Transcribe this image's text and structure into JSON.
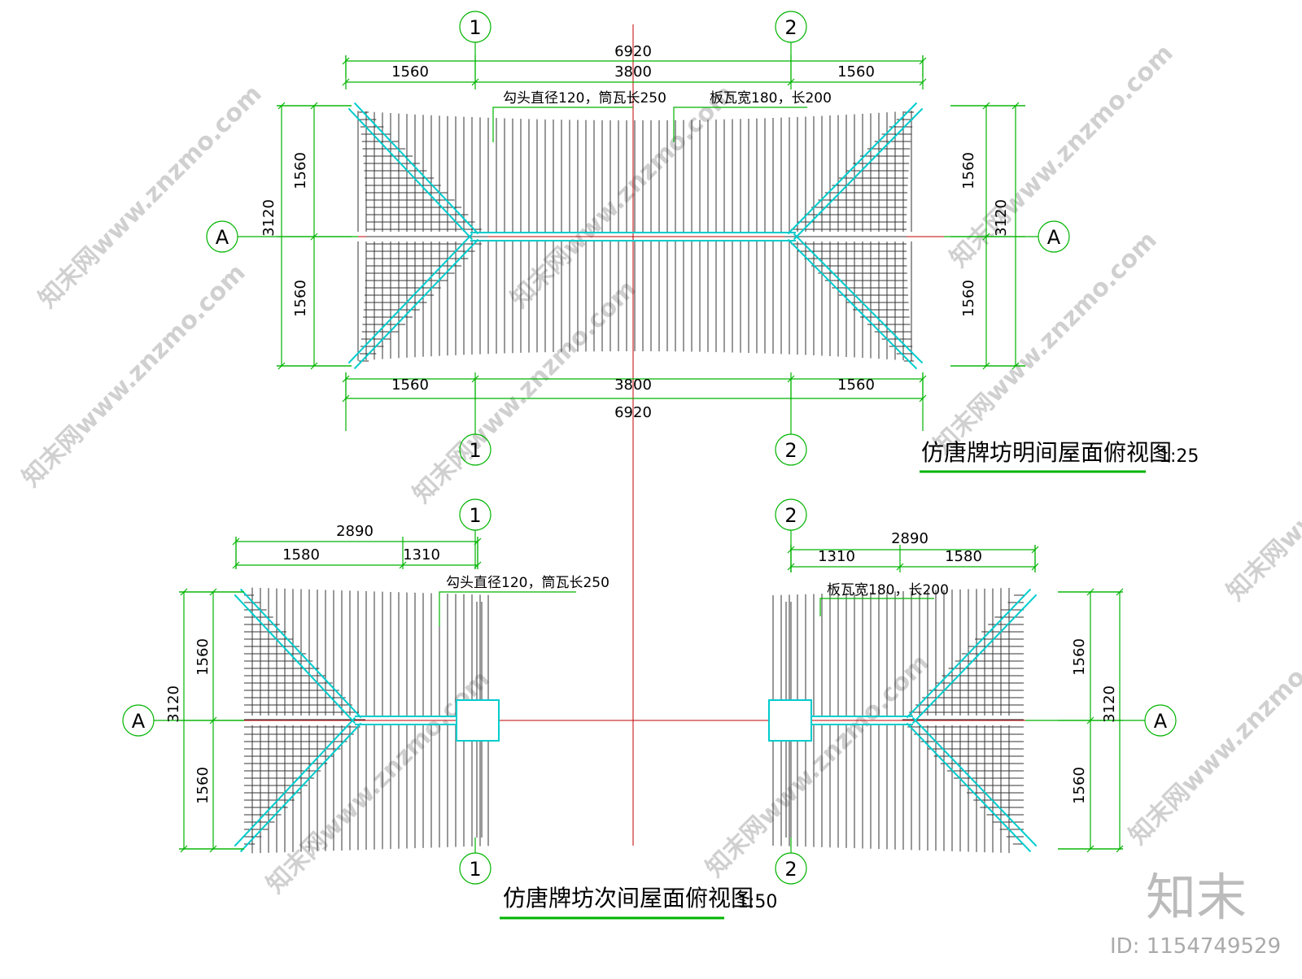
{
  "colors": {
    "background": "#ffffff",
    "dimension_line": "#00b400",
    "ridge": "#00d0d0",
    "center_line": "#c00000",
    "tile": "#333333",
    "axis_circle": "#00b400"
  },
  "top_plan": {
    "dims_top": {
      "total": "6920",
      "left": "1560",
      "middle": "3800",
      "right": "1560"
    },
    "dims_bottom": {
      "total": "6920",
      "left": "1560",
      "middle": "3800",
      "right": "1560"
    },
    "dims_left": {
      "total": "3120",
      "upper": "1560",
      "lower": "1560"
    },
    "dims_right": {
      "total": "3120",
      "upper": "1560",
      "lower": "1560"
    },
    "note_left": "勾头直径120，筒瓦长250",
    "note_right": "板瓦宽180，长200",
    "axis_top": [
      "1",
      "2"
    ],
    "axis_bottom": [
      "1",
      "2"
    ],
    "axis_left": "A",
    "axis_right": "A",
    "title": "仿唐牌坊明间屋面俯视图",
    "scale": "1:25"
  },
  "bottom_left_plan": {
    "dims_top": {
      "total": "2890",
      "left": "1580",
      "right": "1310"
    },
    "dims_left": {
      "total": "3120",
      "upper": "1560",
      "lower": "1560"
    },
    "note": "勾头直径120，筒瓦长250",
    "axis_top": "1",
    "axis_bottom": "1",
    "axis_left": "A"
  },
  "bottom_right_plan": {
    "dims_top": {
      "total": "2890",
      "left": "1310",
      "right": "1580"
    },
    "dims_right": {
      "total": "3120",
      "upper": "1560",
      "lower": "1560"
    },
    "note": "板瓦宽180，长200",
    "axis_top": "2",
    "axis_bottom": "2",
    "axis_right": "A"
  },
  "bottom_title": "仿唐牌坊次间屋面俯视图",
  "bottom_scale": "1:50",
  "watermark_text": "知末网www.znzmo.com",
  "brand": "知末",
  "image_id": "ID: 1154749529"
}
